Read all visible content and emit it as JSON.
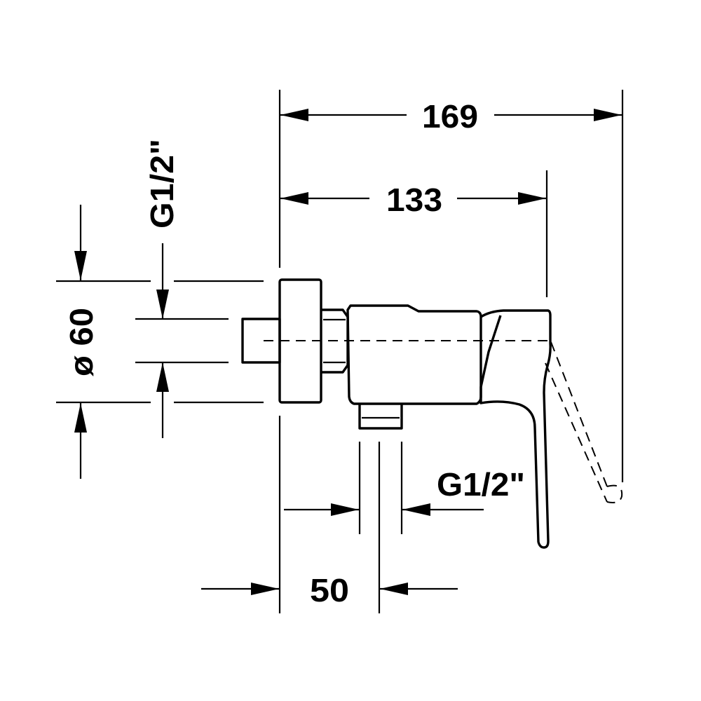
{
  "dimensions": {
    "total_length": "169",
    "body_length": "133",
    "inlet_thread": "G1/2\"",
    "outlet_thread": "G1/2\"",
    "rosette_diameter": "ø 60",
    "outlet_offset": "50"
  },
  "colors": {
    "line": "#000000",
    "background": "#ffffff"
  }
}
